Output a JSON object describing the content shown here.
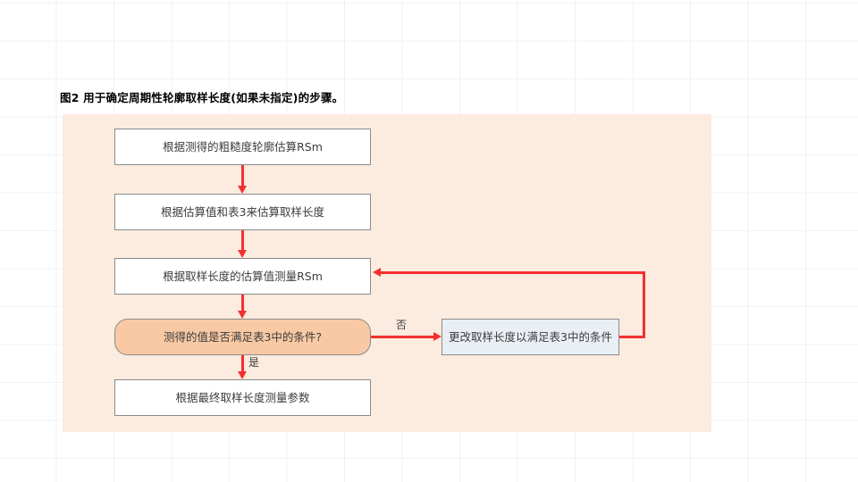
{
  "caption": {
    "text": "图2 用于确定周期性轮廓取样长度(如果未指定)的步骤。"
  },
  "panel": {
    "background_color": "#fcebdf"
  },
  "colors": {
    "arrow": "#f23030",
    "node_border": "#8b8b8b",
    "process_fill": "#ffffff",
    "decision_fill": "#f8c9a4",
    "sidestep_fill": "#eaeff5",
    "text": "#3c3c3c",
    "grid": "#f1f1f1"
  },
  "flowchart": {
    "nodes": [
      {
        "id": "estimate-rsm",
        "label": "根据测得的粗糙度轮廓估算RSm",
        "shape": "process"
      },
      {
        "id": "estimate-length",
        "label": "根据估算值和表3来估算取样长度",
        "shape": "process"
      },
      {
        "id": "measure-rsm",
        "label": "根据取样长度的估算值测量RSm",
        "shape": "process"
      },
      {
        "id": "condition-check",
        "label": "测得的值是否满足表3中的条件?",
        "shape": "decision"
      },
      {
        "id": "final-measure",
        "label": "根据最终取样长度测量参数",
        "shape": "process"
      },
      {
        "id": "change-length",
        "label": "更改取样长度以满足表3中的条件",
        "shape": "sidestep"
      }
    ],
    "edge_labels": {
      "no": "否",
      "yes": "是"
    }
  }
}
